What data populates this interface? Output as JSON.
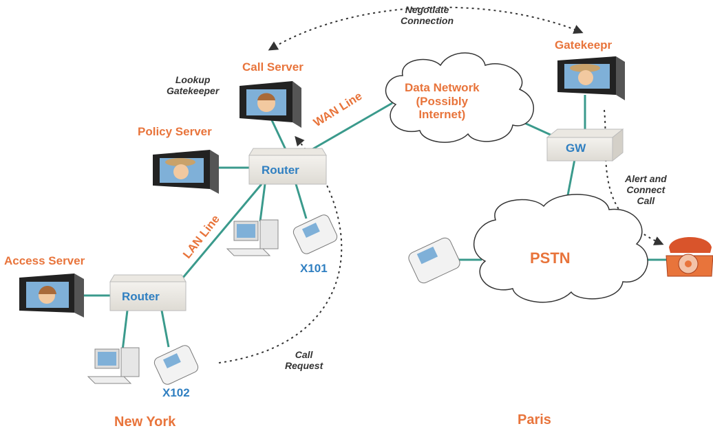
{
  "labels": {
    "negotiate": "Negotiate\nConnection",
    "lookup": "Lookup\nGatekeeper",
    "call_server": "Call Server",
    "policy_server": "Policy Server",
    "access_server": "Access Server",
    "gatekeeper": "Gatekeepr",
    "data_network": "Data Network\n(Possibly\nInternet)",
    "wan_line": "WAN Line",
    "lan_line": "LAN Line",
    "router_upper": "Router",
    "router_lower": "Router",
    "gw": "GW",
    "pstn": "PSTN",
    "alert": "Alert and\nConnect\nCall",
    "x101": "X101",
    "x102": "X102",
    "call_request": "Call\nRequest",
    "new_york": "New York",
    "paris": "Paris"
  },
  "colors": {
    "line": "#3a9a8c",
    "orange": "#e8743b",
    "blue": "#2f7fc1",
    "phone_red": "#d9542b"
  }
}
